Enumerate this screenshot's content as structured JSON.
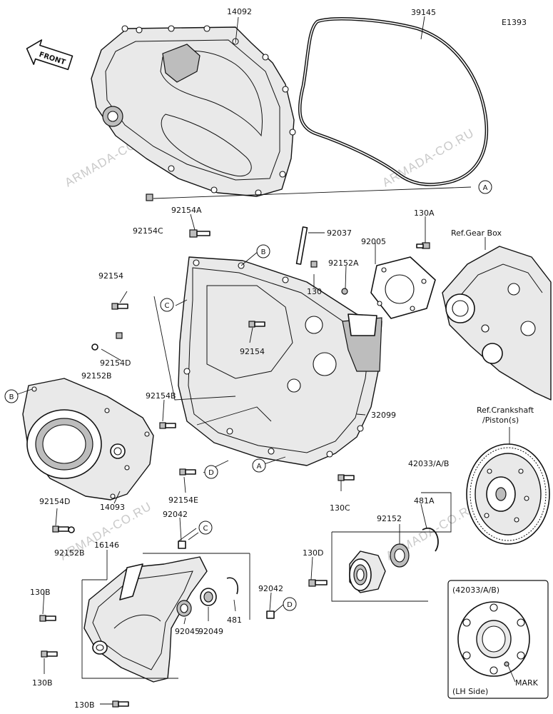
{
  "diagram": {
    "code": "E1393",
    "front_label": "FRONT",
    "watermark": "ARMADA-CO.RU",
    "part_labels": {
      "p14092": "14092",
      "p39145": "39145",
      "p92154C": "92154C",
      "p92154A_top": "92154A",
      "p92037": "92037",
      "p92005": "92005",
      "p130A": "130A",
      "p92152A": "92152A",
      "p130": "130",
      "p92154_left": "92154",
      "p92154_mid": "92154",
      "p92154D_a": "92154D",
      "p92152B_a": "92152B",
      "p92154B": "92154B",
      "p32099": "32099",
      "p14093": "14093",
      "p92154D_b": "92154D",
      "p92152B_b": "92152B",
      "p92154E": "92154E",
      "p92042_a": "92042",
      "p16146": "16146",
      "p130B_a": "130B",
      "p130B_b": "130B",
      "p130B_c": "130B",
      "p92045": "92045",
      "p92049": "92049",
      "p481": "481",
      "p92042_b": "92042",
      "p42033": "42033/A/B",
      "p481A": "481A",
      "p92152": "92152",
      "p130D": "130D",
      "p130C": "130C"
    },
    "callouts": {
      "A": "A",
      "B": "B",
      "C": "C",
      "D": "D"
    },
    "references": {
      "gear_box": "Ref.Gear Box",
      "crankshaft_line1": "Ref.Crankshaft",
      "crankshaft_line2": "/Piston(s)"
    },
    "inset": {
      "title": "(42033/A/B)",
      "mark_label": "MARK",
      "side_label": "(LH Side)"
    }
  }
}
